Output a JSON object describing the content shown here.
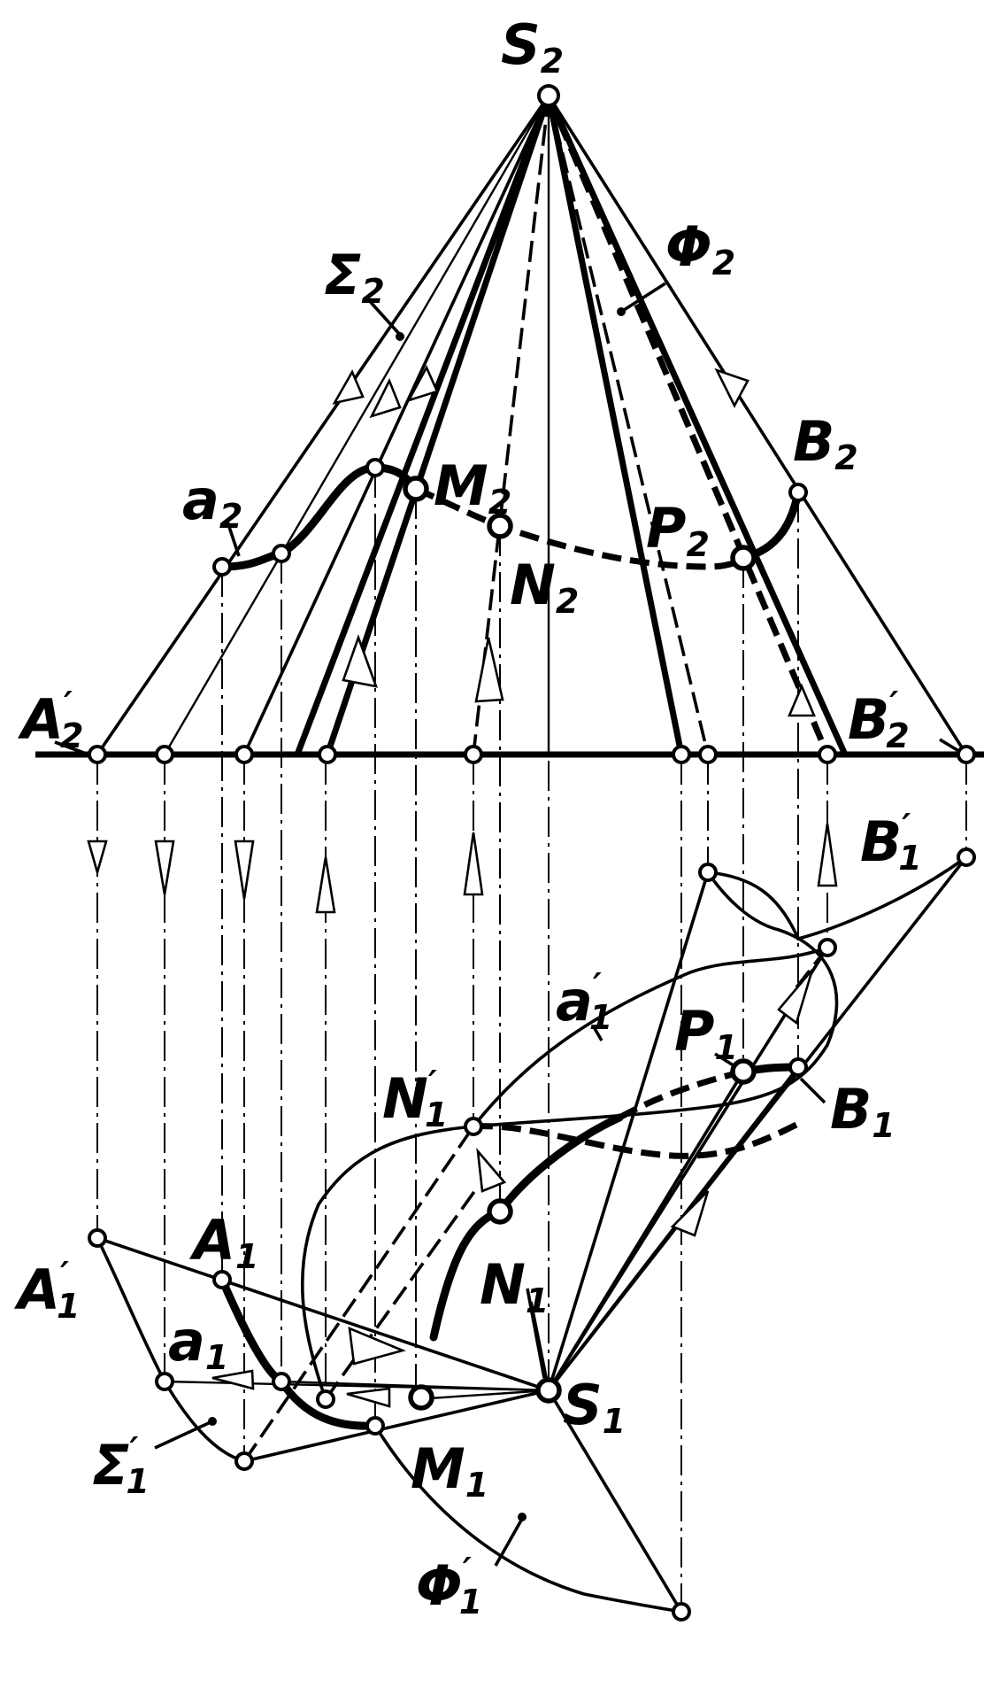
{
  "labels": {
    "S2": {
      "main": "S",
      "sub": "2",
      "prime": ""
    },
    "Phi2": {
      "main": "Φ",
      "sub": "2",
      "prime": ""
    },
    "Sig2": {
      "main": "Σ",
      "sub": "2",
      "prime": ""
    },
    "B2": {
      "main": "B",
      "sub": "2",
      "prime": ""
    },
    "M2": {
      "main": "M",
      "sub": "2",
      "prime": ""
    },
    "a2": {
      "main": "a",
      "sub": "2",
      "prime": ""
    },
    "P2": {
      "main": "P",
      "sub": "2",
      "prime": ""
    },
    "N2": {
      "main": "N",
      "sub": "2",
      "prime": ""
    },
    "A2p": {
      "main": "A",
      "sub": "2",
      "prime": "′"
    },
    "B2p": {
      "main": "B",
      "sub": "2",
      "prime": "′"
    },
    "B1p": {
      "main": "B",
      "sub": "1",
      "prime": "′"
    },
    "a1p": {
      "main": "a",
      "sub": "1",
      "prime": "′"
    },
    "P1": {
      "main": "P",
      "sub": "1",
      "prime": ""
    },
    "N1p": {
      "main": "N",
      "sub": "1",
      "prime": "′"
    },
    "B1": {
      "main": "B",
      "sub": "1",
      "prime": ""
    },
    "A1": {
      "main": "A",
      "sub": "1",
      "prime": ""
    },
    "A1p": {
      "main": "A",
      "sub": "1",
      "prime": "′"
    },
    "N1": {
      "main": "N",
      "sub": "1",
      "prime": ""
    },
    "a1": {
      "main": "a",
      "sub": "1",
      "prime": ""
    },
    "S1": {
      "main": "S",
      "sub": "1",
      "prime": ""
    },
    "Sig1p": {
      "main": "Σ",
      "sub": "1",
      "prime": "′"
    },
    "M1": {
      "main": "M",
      "sub": "1",
      "prime": ""
    },
    "Phi1p": {
      "main": "Φ",
      "sub": "1",
      "prime": "′"
    }
  }
}
